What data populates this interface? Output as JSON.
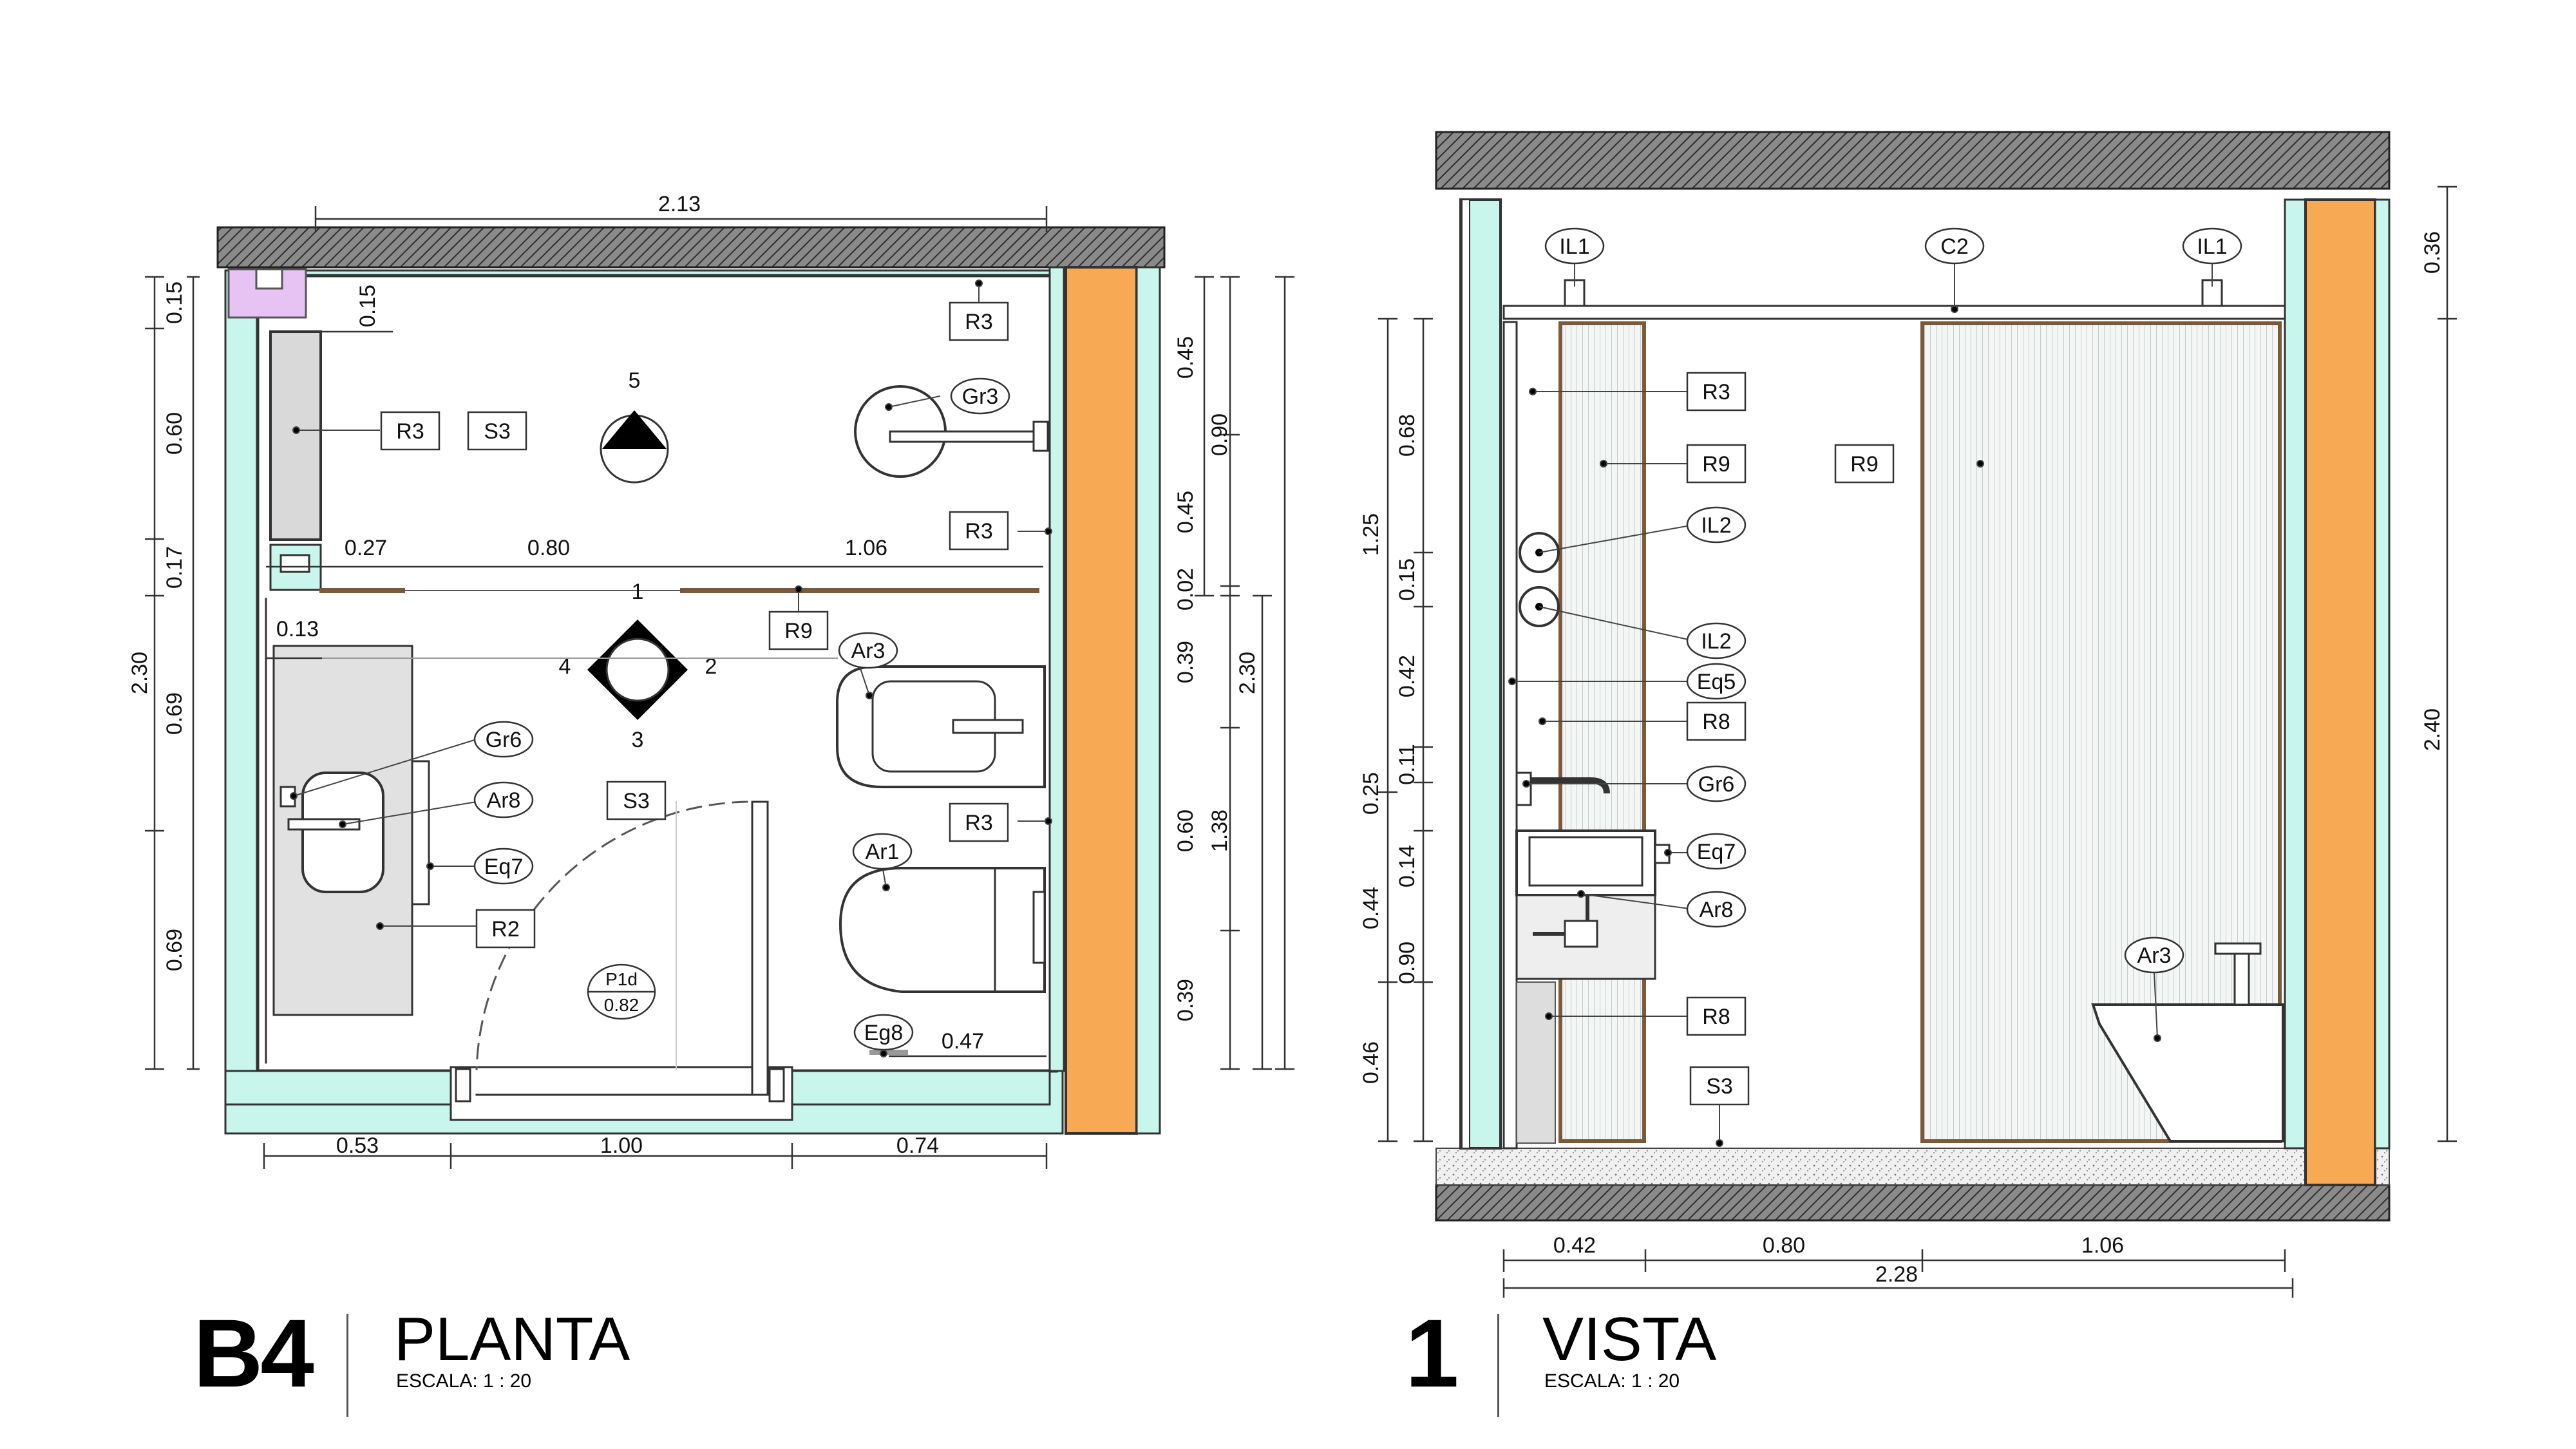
{
  "plan": {
    "code": "B4",
    "title": "PLANTA",
    "scale": "ESCALA:  1 : 20",
    "dims": {
      "top_total": "2.13",
      "left": [
        "0.15",
        "0.60",
        "0.17",
        "0.69",
        "0.69"
      ],
      "left_total": "2.30",
      "inner_015": "0.15",
      "partition": [
        "0.27",
        "0.80",
        "1.06"
      ],
      "inner_013": "0.13",
      "right": [
        "0.45",
        "0.45",
        "0.02",
        "0.39",
        "0.60",
        "0.39"
      ],
      "right_mid_090": "0.90",
      "right_mid_138": "1.38",
      "right_total": "2.30",
      "bottom": [
        "0.53",
        "1.00",
        "0.74"
      ],
      "wc_047": "0.47"
    },
    "view_markers": [
      "5",
      "1",
      "4",
      "2",
      "3"
    ],
    "tags": {
      "r3_top": "R3",
      "r3_left": "R3",
      "s3_upper": "S3",
      "gr3": "Gr3",
      "r3_right": "R3",
      "r9": "R9",
      "ar3": "Ar3",
      "gr6": "Gr6",
      "ar8": "Ar8",
      "s3_lower": "S3",
      "r3_lower": "R3",
      "eq7": "Eq7",
      "ar1": "Ar1",
      "r2": "R2",
      "eg8": "Eg8"
    },
    "door": {
      "code": "P1d",
      "width": "0.82"
    }
  },
  "elevation": {
    "code": "1",
    "title": "VISTA",
    "scale": "ESCALA:  1 : 20",
    "dims": {
      "left_outer": [
        "1.25",
        "0.44",
        "0.46"
      ],
      "left_inner": [
        "0.68",
        "0.15",
        "0.42",
        "0.11",
        "0.25",
        "0.14",
        "0.90"
      ],
      "right": [
        "0.36",
        "2.40"
      ],
      "bottom": [
        "0.42",
        "0.80",
        "1.06"
      ],
      "bottom_total": "2.28"
    },
    "tags": {
      "il1_left": "IL1",
      "c2": "C2",
      "il1_right": "IL1",
      "r3": "R3",
      "r9_left": "R9",
      "r9_right": "R9",
      "il2_top": "IL2",
      "il2_bottom": "IL2",
      "eq5": "Eq5",
      "r8_top": "R8",
      "gr6": "Gr6",
      "eq7": "Eq7",
      "ar8": "Ar8",
      "ar3": "Ar3",
      "r8_bottom": "R8",
      "s3": "S3"
    }
  },
  "colors": {
    "wall_hatch": "#6b6b6b",
    "insulation": "#c8f5ec",
    "orange_column": "#f8a954",
    "panel": "#e1e1e1",
    "purple": "#e6c3f2"
  }
}
